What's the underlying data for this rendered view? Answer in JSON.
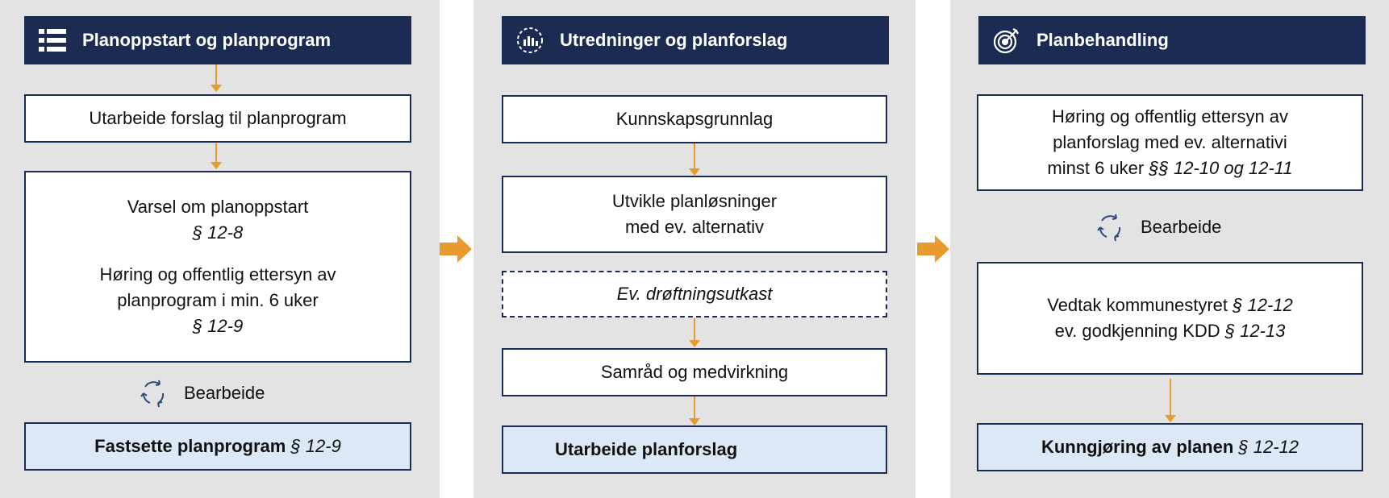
{
  "colors": {
    "header_bg": "#1b2b52",
    "arrow": "#e89a2c",
    "panel_bg": "#e3e3e3",
    "highlight_bg": "#dce8f6"
  },
  "col1": {
    "header": "Planoppstart og planprogram",
    "header_icon": "list-icon",
    "box1": "Utarbeide forslag til planprogram",
    "box2": {
      "l1": "Varsel om planoppstart",
      "l2": "§ 12-8",
      "l3": "Høring og offentlig ettersyn av",
      "l4": "planprogram i min. 6 uker",
      "l5": "§ 12-9"
    },
    "rework_icon": "cycle-icon",
    "rework": "Bearbeide",
    "final_bold": "Fastsette planprogram",
    "final_ref": "§ 12-9"
  },
  "col2": {
    "header": "Utredninger og planforslag",
    "header_icon": "chart-icon",
    "box1": "Kunnskapsgrunnlag",
    "box2": {
      "l1": "Utvikle planløsninger",
      "l2": "med ev. alternativ"
    },
    "box3": "Ev. drøftningsutkast",
    "box4": "Samråd og medvirkning",
    "final": "Utarbeide planforslag"
  },
  "col3": {
    "header": "Planbehandling",
    "header_icon": "target-icon",
    "box1": {
      "l1": "Høring og offentlig ettersyn av",
      "l2": "planforslag med ev. alternativi",
      "l3_a": "minst 6 uker",
      "l3_b": "§§ 12-10 og 12-11"
    },
    "rework_icon": "cycle-icon",
    "rework": "Bearbeide",
    "box2": {
      "l1_a": "Vedtak kommunestyret",
      "l1_b": "§ 12-12",
      "l2_a": "ev. godkjenning KDD",
      "l2_b": "§ 12-13"
    },
    "final_bold": "Kunngjøring av planen",
    "final_ref": "§ 12-12"
  }
}
